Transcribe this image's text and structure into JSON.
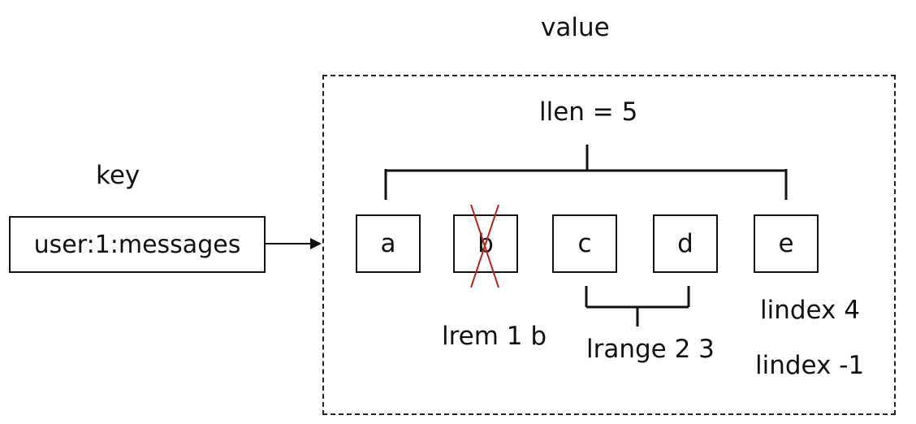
{
  "diagram": {
    "value_title": "value",
    "key_title": "key",
    "key_name": "user:1:messages",
    "llen_label": "llen = 5",
    "elements": [
      {
        "label": "a",
        "removed": false
      },
      {
        "label": "b",
        "removed": true
      },
      {
        "label": "c",
        "removed": false
      },
      {
        "label": "d",
        "removed": false
      },
      {
        "label": "e",
        "removed": false
      }
    ],
    "lrem_label": "lrem 1 b",
    "lrange_label": "lrange 2 3",
    "lindex_pos_label": "lindex 4",
    "lindex_neg_label": "lindex -1",
    "colors": {
      "line": "#111111",
      "strike": "#b3261e"
    }
  }
}
